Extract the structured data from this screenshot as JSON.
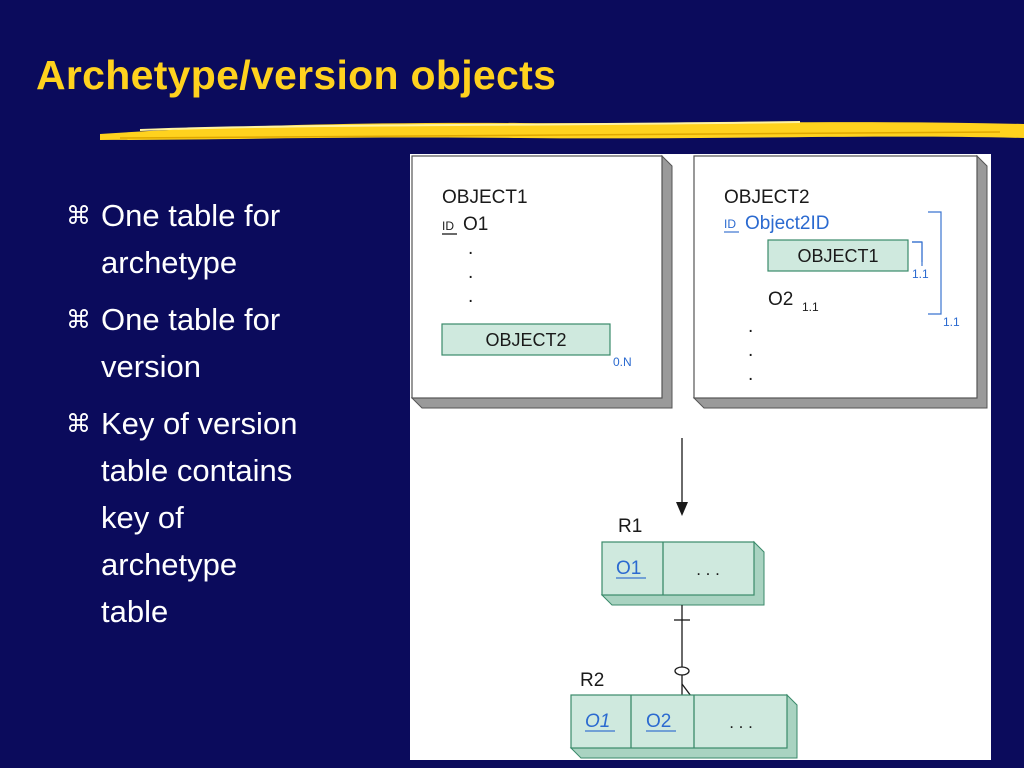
{
  "slide": {
    "title": "Archetype/version objects",
    "bullets": [
      {
        "icon": "command-key-icon",
        "text_lines": [
          "One table for",
          "archetype"
        ]
      },
      {
        "icon": "command-key-icon",
        "text_lines": [
          "One table for",
          "version"
        ]
      },
      {
        "icon": "command-key-icon",
        "text_lines": [
          "Key of version",
          "table contains",
          "key of",
          "archetype",
          "table"
        ]
      }
    ],
    "bullet_glyph": "⌘"
  },
  "diagram": {
    "object1": {
      "name": "OBJECT1",
      "id_tag": "ID",
      "id_attr": "O1",
      "dots": ".",
      "embedded": "OBJECT2",
      "embedded_card": "0.N"
    },
    "object2": {
      "name": "OBJECT2",
      "id_tag": "ID",
      "id_attr": "Object2ID",
      "embedded": "OBJECT1",
      "embedded_card": "1.1",
      "attr": "O2",
      "attr_card": "1.1",
      "id_card": "1.1",
      "dots": "."
    },
    "r1": {
      "label": "R1",
      "key": "O1",
      "rest": ". . ."
    },
    "r2": {
      "label": "R2",
      "fk": "O1",
      "key": "O2",
      "rest": ". . ."
    }
  },
  "colors": {
    "background": "#0b0b5c",
    "title": "#ffd21e",
    "bullet_text": "#ffffff",
    "table_fill": "#cfe9de",
    "accent_blue": "#2b6ad0"
  }
}
